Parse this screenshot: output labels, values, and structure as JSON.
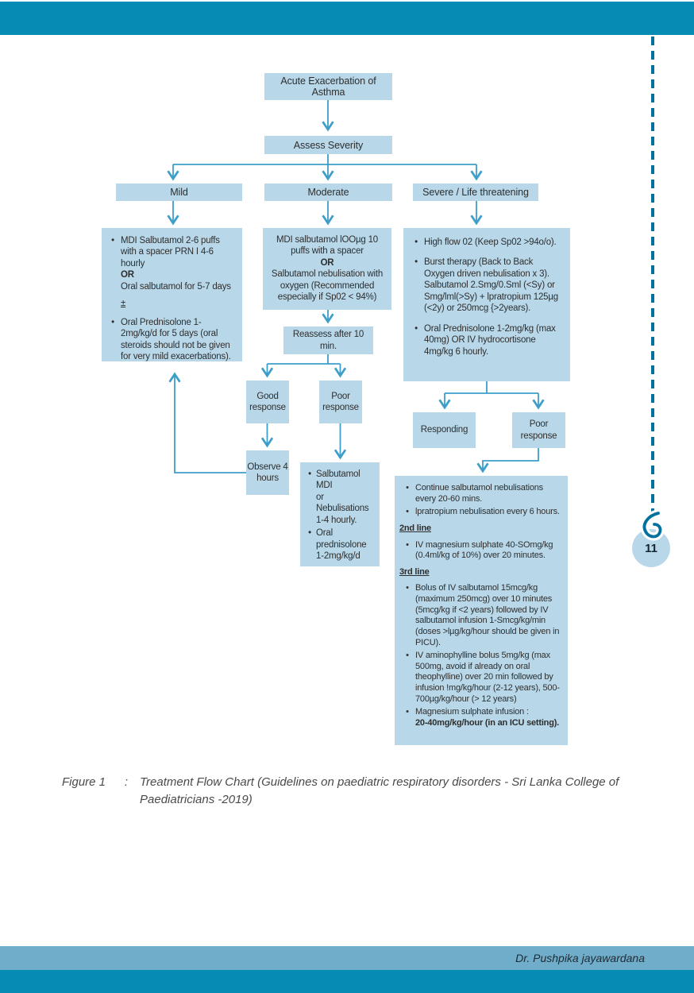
{
  "page": {
    "number": "11"
  },
  "footer": {
    "author": "Dr. Pushpika jayawardana"
  },
  "caption": {
    "label": "Figure 1",
    "colon": ":",
    "text": "Treatment Flow Chart (Guidelines on paediatric respiratory disorders - Sri Lanka College of Paediatricians -2019)"
  },
  "colors": {
    "brand_teal": "#068bb5",
    "box_blue": "#b8d8ea",
    "arrow_blue": "#3d9ec9",
    "marker_teal": "#00719e",
    "author_bar": "#6fadca"
  },
  "flow": {
    "title": "Acute Exacerbation of Asthma",
    "assess": "Assess Severity",
    "mild": "Mild",
    "moderate": "Moderate",
    "severe": "Severe / Life threatening",
    "mild_box": {
      "b1a": "MDI Salbutamol 2-6 puffs with a spacer PRN I 4-6 hourly",
      "or1": "OR",
      "b1b": "Oral salbutamol for 5-7 days",
      "pm": "±",
      "b2": "Oral Prednisolone 1-2mg/kg/d for 5 days (oral steroids should not be given for very mild exacerbations)."
    },
    "moderate_box": {
      "l1": "MDI salbutamol lOOµg 10 puffs with a spacer",
      "or": "OR",
      "l2": "Salbutamol nebulisation with oxygen (Recommended especially if Sp02 < 94%)"
    },
    "severe_box": {
      "b1": "High flow 02 (Keep Sp02 >94o/o).",
      "b2": "Burst therapy (Back to Back Oxygen driven nebulisation x 3). Salbutamol 2.Smg/0.Sml (<Sy) or Smg/lml(>Sy) + lpratropium 125µg (<2y) or 250mcg {>2years).",
      "b3": "Oral Prednisolone 1-2mg/kg (max 40mg) OR IV hydrocortisone 4mg/kg 6 hourly."
    },
    "reassess": "Reassess after 10 min.",
    "good": "Good response",
    "poor1": "Poor response",
    "observe": "Observe 4 hours",
    "mdi_box": {
      "b1": [
        "Salbutamol",
        "MDI",
        "or",
        "Nebulisations",
        "1-4 hourly."
      ],
      "b2": [
        "Oral",
        "prednisolone",
        "1-2mg/kg/d"
      ]
    },
    "responding": "Responding",
    "poor2": "Poor response",
    "escalation": {
      "b1": "Continue salbutamol nebulisations every 20-60 mins.",
      "b2": "lpratropium nebulisation every 6 hours.",
      "h2": "2nd line",
      "b3": "IV magnesium sulphate 40-SOmg/kg (0.4ml/kg of 10%) over 20 minutes.",
      "h3": "3rd line",
      "b4": "Bolus of IV salbutamol 15mcg/kg (maximum 250mcg) over 10 minutes (5mcg/kg if <2 years) followed by IV salbutamol infusion 1-Smcg/kg/min (doses >lµg/kg/hour should be given in PICU).",
      "b5": "IV aminophylline bolus 5mg/kg (max 500mg, avoid if already on oral theophylline) over 20 min followed by infusion !mg/kg/hour (2-12 years), 500-700µg/kg/hour (> 12 years)",
      "b6a": "Magnesium sulphate infusion :",
      "b6b": "20-40mg/kg/hour (in an ICU setting)."
    },
    "bullet": "•"
  }
}
